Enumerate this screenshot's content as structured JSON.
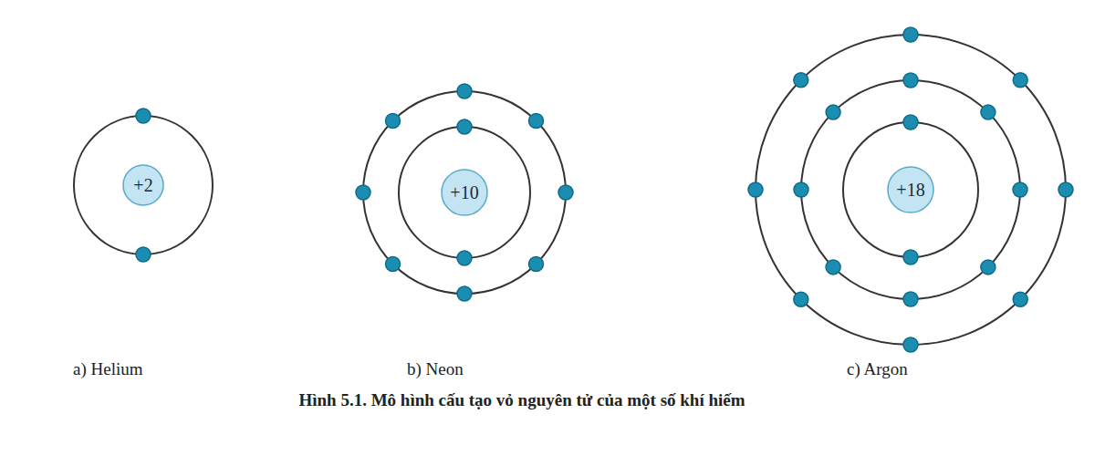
{
  "diagram": {
    "caption": "Hình 5.1. Mô hình cấu tạo vỏ nguyên tử của một số khí hiếm",
    "nodes": [
      {
        "text": [
          "+2"
        ]
      },
      {
        "text": [
          "+10"
        ]
      },
      {
        "text": [
          "+18"
        ]
      }
    ],
    "labels": [
      "a) Helium",
      "b) Neon",
      "c) Argon"
    ]
  }
}
